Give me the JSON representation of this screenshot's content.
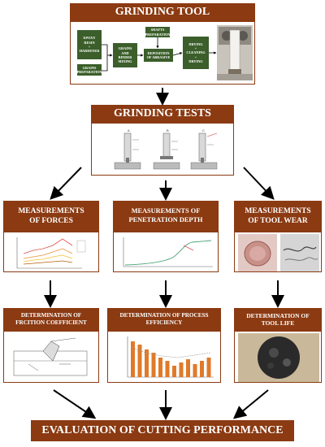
{
  "grinding_tool": {
    "title": "GRINDING TOOL",
    "epoxy_box": [
      "EPOXY",
      "RESIN",
      "+",
      "HARDENER"
    ],
    "grains_prep": [
      "GRAINS",
      "PREPARATION"
    ],
    "mixing_box": [
      "GRAINS",
      "AND",
      "BINDER",
      "MIXING"
    ],
    "shafts_prep": [
      "SHAFTS",
      "PREPARATION"
    ],
    "deposition_box": [
      "DEPOSITION",
      "OF ABRASIVE"
    ],
    "drying_box": [
      "DRYING",
      "+",
      "CLEANING",
      "+",
      "DRYING"
    ]
  },
  "grinding_tests": {
    "title": "GRINDING TESTS",
    "schematic_labels": [
      "A",
      "B",
      "C"
    ]
  },
  "forces": {
    "title": [
      "MEASUREMENTS",
      "OF FORCES"
    ]
  },
  "penetration": {
    "title": [
      "MEASUREMENTS OF",
      "PENETRATION DEPTH"
    ]
  },
  "wear": {
    "title": [
      "MEASUREMENTS",
      "OF TOOL WEAR"
    ]
  },
  "friction": {
    "title": [
      "DETERMINATION OF",
      "FRCITION COEFFICIENT"
    ]
  },
  "efficiency": {
    "title": [
      "DETERMINATION OF PROCESS",
      "EFFICIENCY"
    ]
  },
  "toollife": {
    "title": [
      "DETERMINATION OF",
      "TOOL LIFE"
    ]
  },
  "evaluation": {
    "title": "EVALUATION OF CUTTING PERFORMANCE"
  },
  "colors": {
    "header_brown": "#8b3a12",
    "box_green": "#3b5e2a",
    "bar_orange": "#e07a2a",
    "curve_green": "#4aa37a"
  }
}
